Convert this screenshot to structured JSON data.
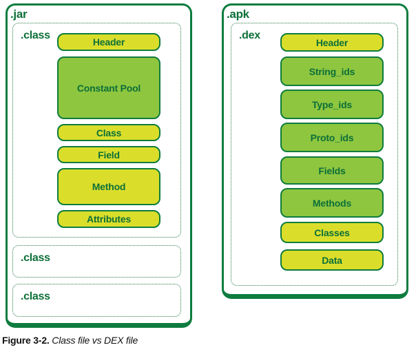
{
  "figure": {
    "caption_label": "Figure 3-2.",
    "caption_text": " Class file vs DEX file"
  },
  "colors": {
    "border_green": "#0e7c3e",
    "label_green": "#0c6f38",
    "box_yellow": "#dade2b",
    "box_green": "#8ec63f",
    "dash_green": "#2f7d4b",
    "caption_black": "#111111"
  },
  "jar": {
    "label": ".jar",
    "class_file": {
      "label": ".class",
      "boxes": [
        {
          "label": "Header",
          "color": "yellow"
        },
        {
          "label": "Constant Pool",
          "color": "green"
        },
        {
          "label": "Class",
          "color": "yellow"
        },
        {
          "label": "Field",
          "color": "yellow"
        },
        {
          "label": "Method",
          "color": "yellow"
        },
        {
          "label": "Attributes",
          "color": "yellow"
        }
      ]
    },
    "extra_class_files": [
      {
        "label": ".class"
      },
      {
        "label": ".class"
      }
    ]
  },
  "apk": {
    "label": ".apk",
    "dex_file": {
      "label": ".dex",
      "boxes": [
        {
          "label": "Header",
          "color": "yellow"
        },
        {
          "label": "String_ids",
          "color": "green"
        },
        {
          "label": "Type_ids",
          "color": "green"
        },
        {
          "label": "Proto_ids",
          "color": "green"
        },
        {
          "label": "Fields",
          "color": "green"
        },
        {
          "label": "Methods",
          "color": "green"
        },
        {
          "label": "Classes",
          "color": "yellow"
        },
        {
          "label": "Data",
          "color": "yellow"
        }
      ]
    }
  }
}
